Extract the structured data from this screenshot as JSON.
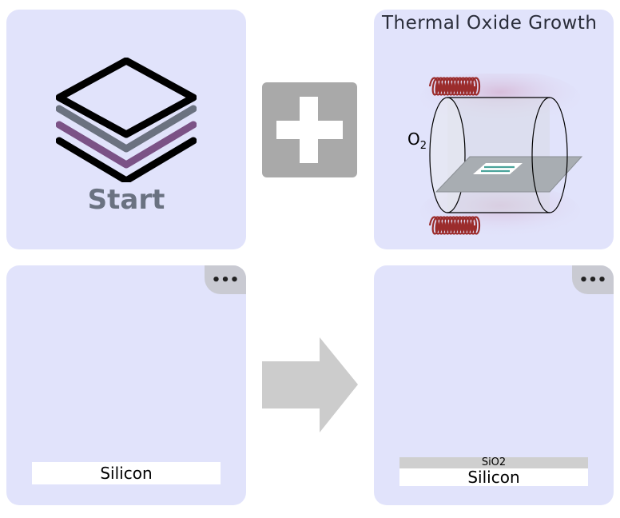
{
  "start_panel": {
    "label": "Start",
    "icon": "layer-stack-icon"
  },
  "operator": {
    "icon": "plus-icon"
  },
  "process_panel": {
    "title": "Thermal Oxide Growth",
    "gas_symbol": "O",
    "gas_subscript": "2",
    "icon": "furnace-tube-icon"
  },
  "before_panel": {
    "menu_label": "•••",
    "layers": [
      {
        "name": "Silicon"
      }
    ]
  },
  "transition": {
    "icon": "right-arrow-icon"
  },
  "after_panel": {
    "menu_label": "•••",
    "layers": [
      {
        "name": "SiO2"
      },
      {
        "name": "Silicon"
      }
    ]
  },
  "colors": {
    "panel": "#e1e3fb",
    "start_text": "#6a7281",
    "stack_purple": "#7b5286",
    "stack_gray": "#6b7280",
    "coil": "#9b2c2c",
    "plus_bg": "#a9a9a9",
    "arrow": "#cccccc",
    "oxide": "#cfcfcf"
  }
}
